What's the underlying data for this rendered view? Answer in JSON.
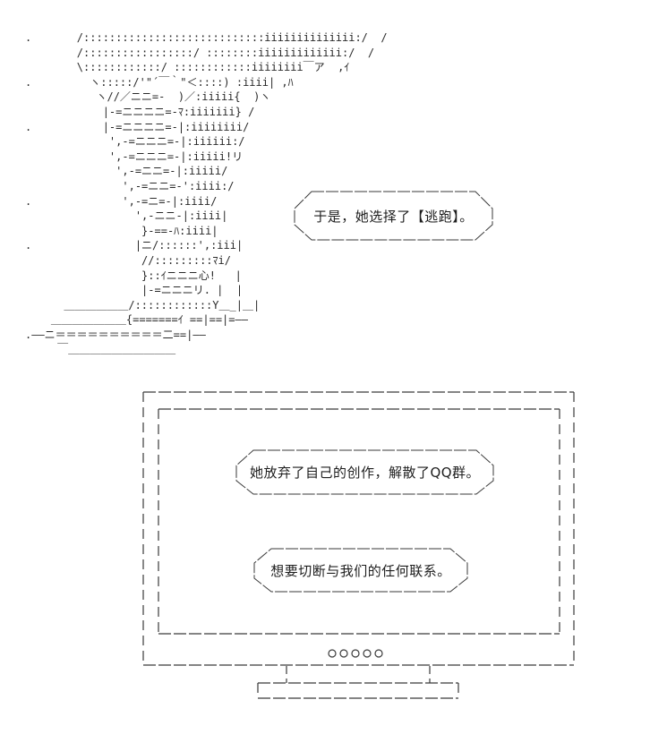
{
  "page": {
    "background": "#ffffff",
    "ink_color": "#2a2a2a",
    "line_color": "#3a3a3a"
  },
  "ascii_figure": {
    "description": "ascii-art-character-silhouette",
    "art": [
      ".       /::::::::::::::::::::::::::::iiiiiiiiiiiiii:/  /",
      "        /:::::::::::::::::/ ::::::::iiiiiiiiiiiii:/  /",
      "        \\::::::::::::/ ::::::::::::iiiiiiii￣ア  ,ｲ",
      ".         ヽ:::::/'\"´￣｀\"＜::::) :iiii| ,ﾊ",
      "           ヽ//／ニニ=-  )／:iiiii{  )ヽ",
      "            |-=ニニニニ=-ﾏ:iiiiiii} /",
      ".           |-=ニニニニ=-|:iiiiiiii/",
      "             ',-=ニニニ=-|:iiiiii:/",
      "             ',-=ニニニ=-|:iiiii!リ",
      "              ',-=ニニ=-|:iiiii/",
      "               ',-=ニニ=-':iiii:/",
      ".              ',-=ニ=-|:iiii/",
      "                 ',-ニニ-|:iiii|",
      "                  }-==-ﾊ:iiii|",
      ".                |ニ/::::::',:iii|",
      "                  //:::::::::ﾏi/",
      "                  }::ｲニニニ心!   |",
      "                  |-=ニニニリ. |  |",
      "      ＿＿＿＿＿＿/::::::::::::Y＿_|＿|",
      "    ＿＿＿＿＿＿＿{=======ｲ ==|==|=――",
      ".――ニ＝＝＝＝＝＝＝＝＝＝二==|――",
      "     ￣＿＿＿＿＿＿＿＿＿＿"
    ]
  },
  "bubbles": {
    "narration": {
      "text": "于是，她选择了【逃跑】。"
    },
    "tv_line_1": {
      "text": "她放弃了自己的创作，解散了QQ群。"
    },
    "tv_line_2": {
      "text": "想要切断与我们的任何联系。"
    }
  },
  "tv": {
    "description": "ascii-style-tv-monitor",
    "button_count": 5,
    "frame_color": "#3a3a3a"
  }
}
